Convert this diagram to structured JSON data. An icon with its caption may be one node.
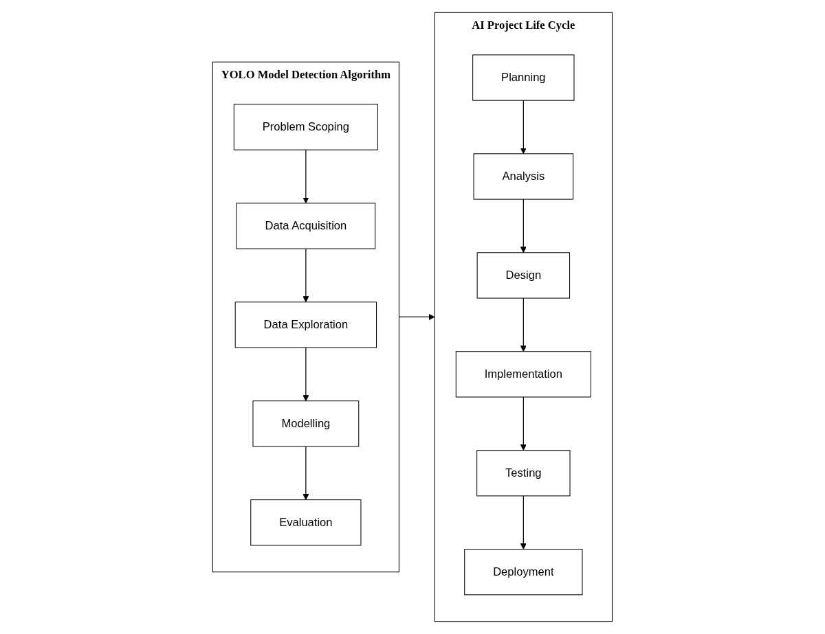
{
  "diagram": {
    "nodes": [
      {
        "text": [
          "YOLO Model Detection Algorithm"
        ]
      },
      {
        "text": [
          "Problem Scoping"
        ],
        "in": 0
      },
      {
        "text": [
          "Data Acquisition"
        ],
        "in": 0
      },
      {
        "text": [
          "Data Exploration"
        ],
        "in": 0
      },
      {
        "text": [
          "Modelling"
        ],
        "in": 0
      },
      {
        "text": [
          "Evaluation"
        ],
        "in": 0
      },
      {
        "text": [
          "AI Project Life Cycle"
        ]
      },
      {
        "text": [
          "Planning"
        ],
        "in": 6
      },
      {
        "text": [
          "Analysis"
        ],
        "in": 6
      },
      {
        "text": [
          "Design"
        ],
        "in": 6
      },
      {
        "text": [
          "Implementation"
        ],
        "in": 6
      },
      {
        "text": [
          "Testing"
        ],
        "in": 6
      },
      {
        "text": [
          "Deployment"
        ],
        "in": 6
      }
    ],
    "edges": [
      {
        "from": 1,
        "to": 2,
        "arrow": "to"
      },
      {
        "from": 2,
        "to": 3,
        "arrow": "to"
      },
      {
        "from": 3,
        "to": 4,
        "arrow": "to"
      },
      {
        "from": 4,
        "to": 5,
        "arrow": "to"
      },
      {
        "from": 0,
        "to": 6,
        "arrow": "to"
      },
      {
        "from": 7,
        "to": 8,
        "arrow": "to"
      },
      {
        "from": 8,
        "to": 9,
        "arrow": "to"
      },
      {
        "from": 9,
        "to": 10,
        "arrow": "to"
      },
      {
        "from": 10,
        "to": 11,
        "arrow": "to"
      },
      {
        "from": 11,
        "to": 12,
        "arrow": "to"
      }
    ]
  }
}
